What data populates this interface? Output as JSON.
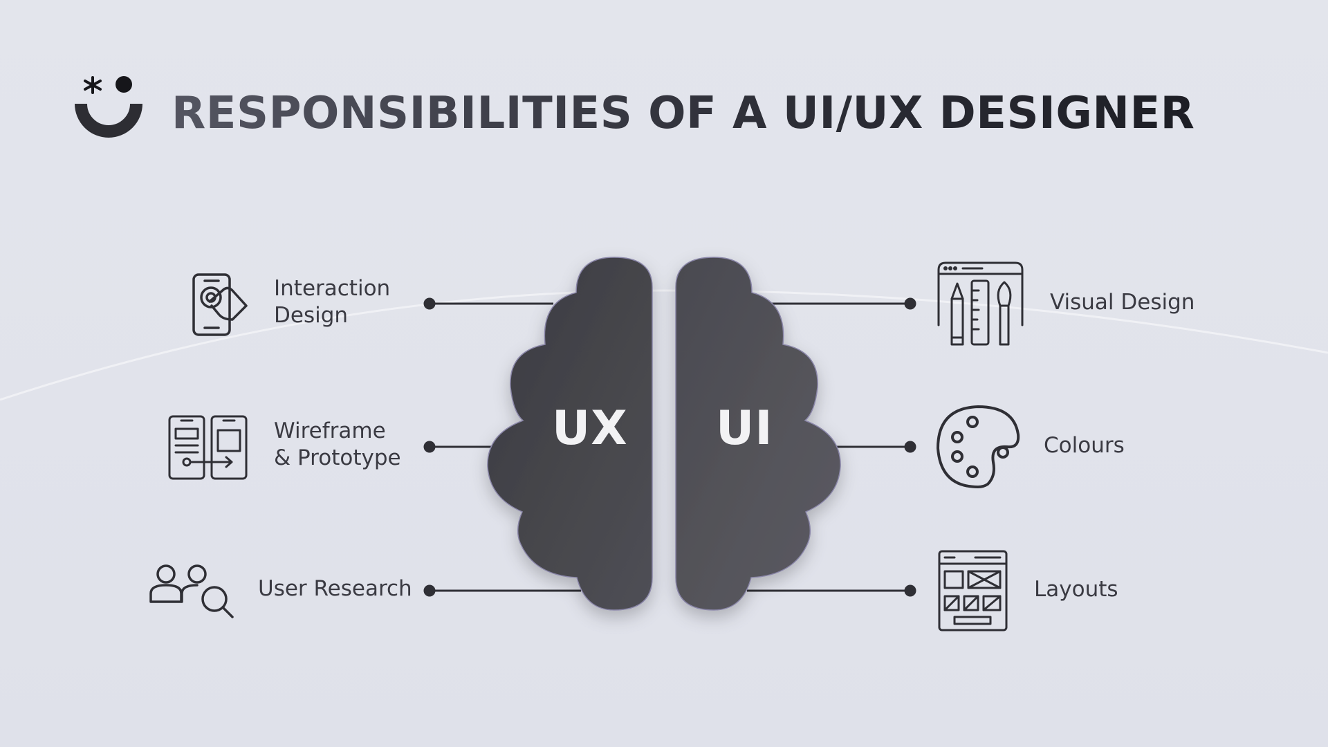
{
  "header": {
    "title": "RESPONSIBILITIES OF A UI/UX DESIGNER",
    "logo_icon": "smile-logo-icon"
  },
  "brain": {
    "left_label": "UX",
    "right_label": "UI",
    "color": "#4a4a50"
  },
  "ux_items": [
    {
      "label": "Interaction\nDesign",
      "icon": "touch-phone-icon"
    },
    {
      "label": "Wireframe\n& Prototype",
      "icon": "wireframe-icon"
    },
    {
      "label": "User Research",
      "icon": "user-research-icon"
    }
  ],
  "ui_items": [
    {
      "label": "Visual Design",
      "icon": "design-tools-icon"
    },
    {
      "label": "Colours",
      "icon": "palette-icon"
    },
    {
      "label": "Layouts",
      "icon": "layout-icon"
    }
  ]
}
